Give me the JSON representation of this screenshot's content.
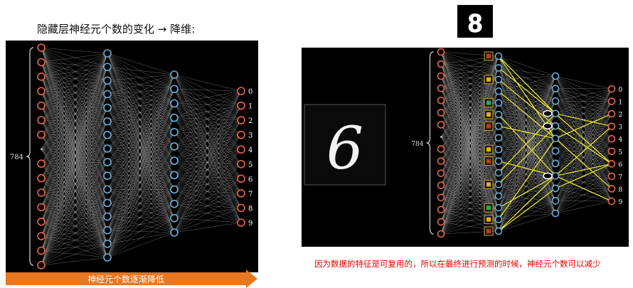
{
  "header": {
    "title": "隐藏层神经元个数的变化 → 降维:"
  },
  "left_network": {
    "input_count_label": "784",
    "output_labels": [
      "0",
      "1",
      "2",
      "3",
      "4",
      "5",
      "6",
      "7",
      "8",
      "9"
    ],
    "bottom_arrow_label": "神经元个数逐渐降低"
  },
  "right_network": {
    "input_count_label": "784",
    "output_labels": [
      "0",
      "1",
      "2",
      "3",
      "4",
      "5",
      "6",
      "7",
      "8",
      "9"
    ],
    "sample_digit": "6",
    "thumbnail_digit": "8",
    "caption": "因为数据的特征是可复用的，所以在最终进行预测的时候，神经元个数可以减少"
  },
  "colors": {
    "input_node": "#e8664a",
    "hidden_node": "#6ab0d8",
    "output_node": "#e8664a",
    "edge": "#cfcfcf",
    "highlight_edge": "#e6e62e",
    "arrow": "#e87722",
    "caption": "#e60000"
  }
}
